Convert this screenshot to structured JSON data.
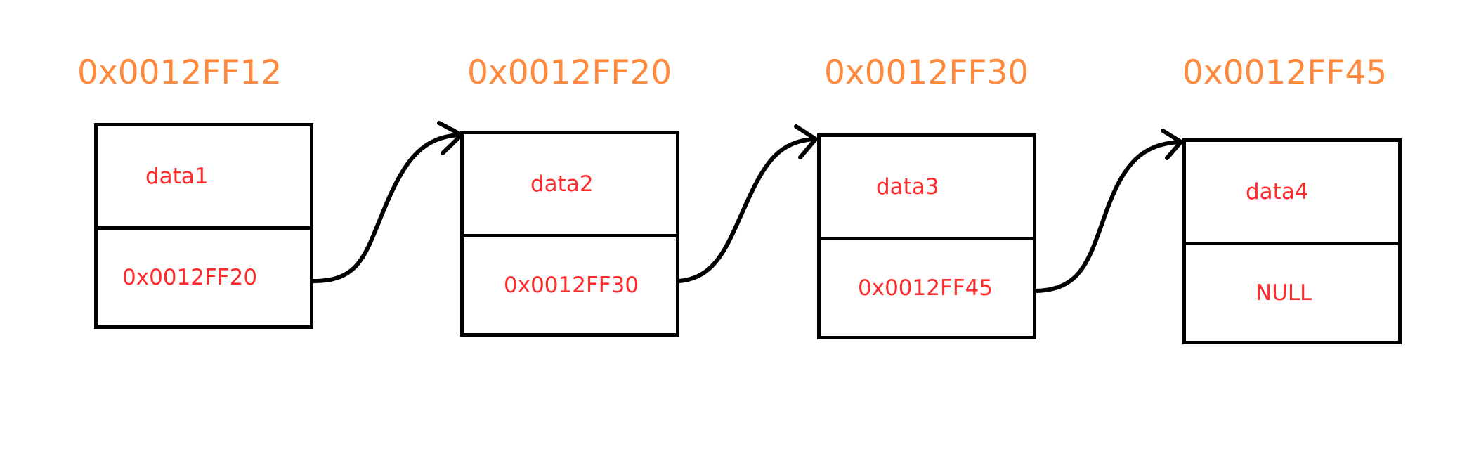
{
  "nodes": [
    {
      "address": "0x0012FF12",
      "data": "data1",
      "next": "0x0012FF20"
    },
    {
      "address": "0x0012FF20",
      "data": "data2",
      "next": "0x0012FF30"
    },
    {
      "address": "0x0012FF30",
      "data": "data3",
      "next": "0x0012FF45"
    },
    {
      "address": "0x0012FF45",
      "data": "data4",
      "next": "NULL"
    }
  ],
  "colors": {
    "address": "#ff8a3d",
    "cell_text": "#ff2a2a",
    "stroke": "#000000",
    "background": "#ffffff"
  }
}
